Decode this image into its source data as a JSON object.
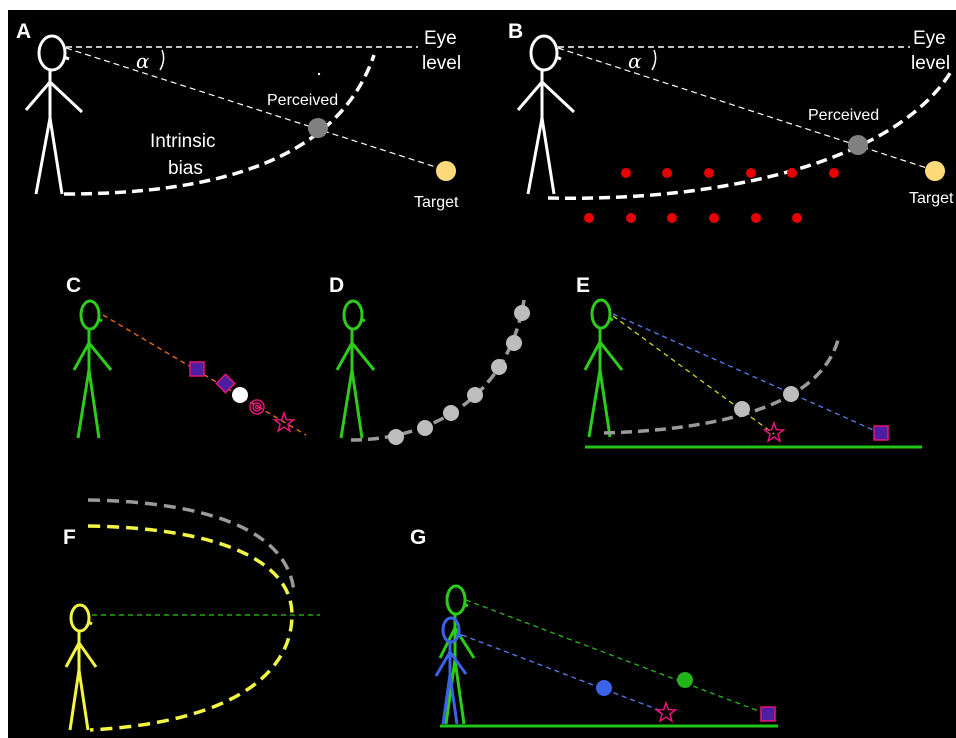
{
  "panels": {
    "A": {
      "label": "A",
      "eye_level": [
        "Eye",
        "level"
      ],
      "alpha": "α",
      "perceived": "Perceived",
      "target": "Target",
      "intrinsic_bias": [
        "Intrinsic",
        "bias"
      ]
    },
    "B": {
      "label": "B",
      "eye_level": [
        "Eye",
        "level"
      ],
      "alpha": "α",
      "perceived": "Perceived",
      "target": "Target"
    },
    "C": {
      "label": "C"
    },
    "D": {
      "label": "D"
    },
    "E": {
      "label": "E"
    },
    "F": {
      "label": "F"
    },
    "G": {
      "label": "G"
    }
  },
  "colors": {
    "background": "#000000",
    "figure_white": "#ffffff",
    "figure_green": "#2ecc1a",
    "figure_yellow": "#f2f542",
    "figure_blue": "#3b63e8",
    "target_dot": "#ffd97a",
    "perceived_dot": "#808080",
    "red_dots": "#e60000",
    "curve_gray": "#9a9a9a",
    "gray_dot": "#bdbdbd",
    "magenta": "#e8147a",
    "purple_fill": "#4b1fa0",
    "orange_line": "#e86a1a",
    "ground_green": "#22c41a",
    "ray_blue": "#5b7cf0",
    "ray_yellow": "#d7d02a",
    "ray_green": "#2cb51c"
  }
}
